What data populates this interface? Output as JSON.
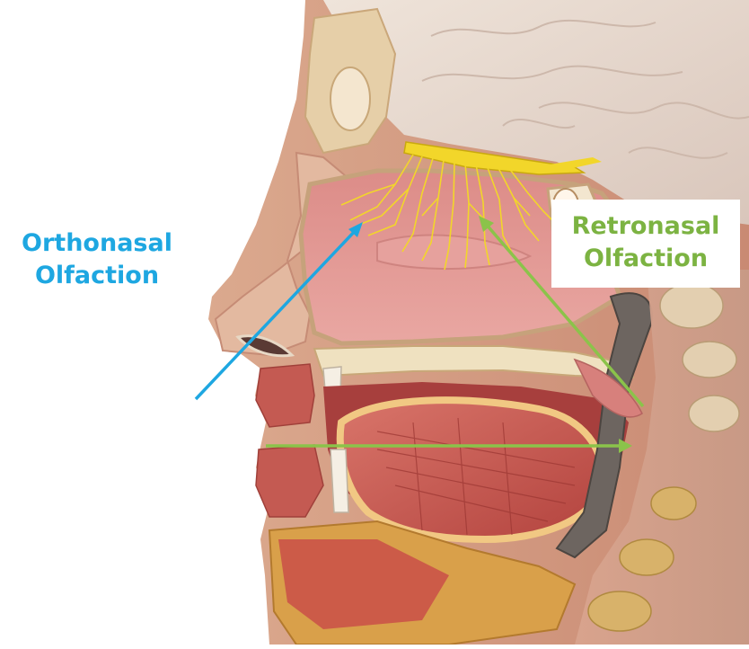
{
  "labels": {
    "orthonasal": {
      "line1": "Orthonasal",
      "line2": "Olfaction",
      "color": "#1ea7e1"
    },
    "retronasal": {
      "line1": "Retronasal",
      "line2": "Olfaction",
      "color": "#7cb342"
    }
  },
  "colors": {
    "skin": "#e8bfa4",
    "muscle": "#c8564f",
    "mucosa": "#e49a96",
    "bone": "#efe1c0",
    "brain": "#e9dcd2",
    "nerve": "#f2d62a",
    "arrow_blue": "#1ea7e1",
    "arrow_green": "#8bc34a"
  }
}
